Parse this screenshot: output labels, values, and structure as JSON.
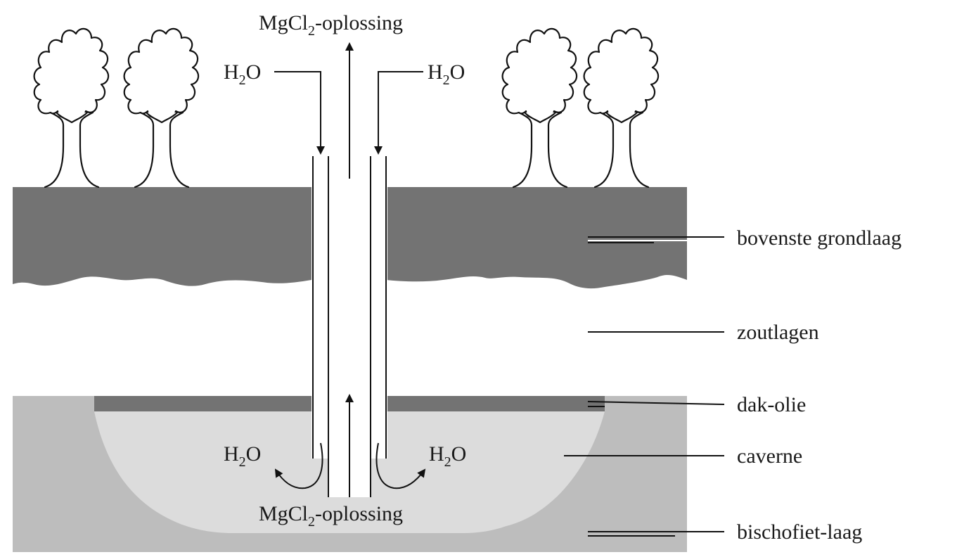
{
  "diagram": {
    "top_flow": {
      "label_main": "MgCl",
      "label_sub": "2",
      "label_rest": "-oplossing"
    },
    "bottom_flow": {
      "label_main": "MgCl",
      "label_sub": "2",
      "label_rest": "-oplossing"
    },
    "water_in_left": {
      "main": "H",
      "sub": "2",
      "rest": "O"
    },
    "water_in_right": {
      "main": "H",
      "sub": "2",
      "rest": "O"
    },
    "water_out_left": {
      "main": "H",
      "sub": "2",
      "rest": "O"
    },
    "water_out_right": {
      "main": "H",
      "sub": "2",
      "rest": "O"
    },
    "layers": [
      {
        "id": "top-soil",
        "label": "bovenste grondlaag",
        "color": "#737373"
      },
      {
        "id": "salt",
        "label": "zoutlagen",
        "color": "#ffffff"
      },
      {
        "id": "roof-oil",
        "label": "dak-olie",
        "color": "#737373"
      },
      {
        "id": "cavern",
        "label": "caverne",
        "color": "#dcdcdc"
      },
      {
        "id": "bischofite",
        "label": "bischofiet-laag",
        "color": "#bdbdbd"
      }
    ],
    "icons": [
      "tree-icon",
      "tree-icon",
      "tree-icon",
      "tree-icon"
    ]
  }
}
